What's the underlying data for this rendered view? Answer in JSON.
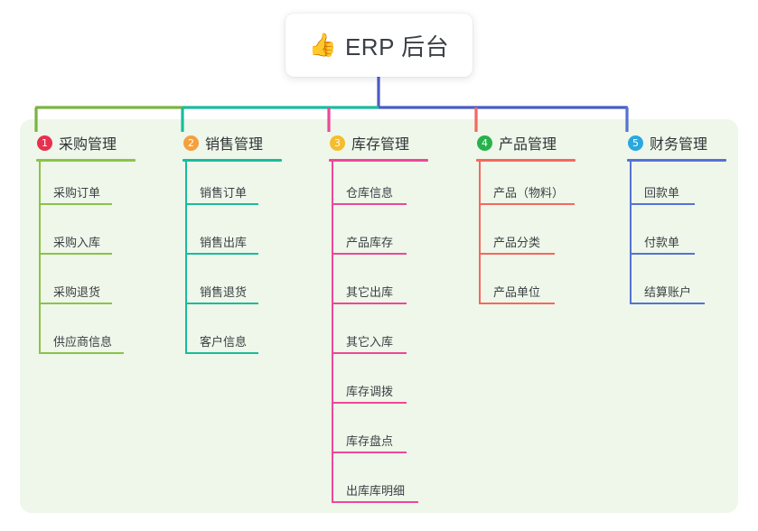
{
  "root": {
    "icon": "thumbs-up-icon",
    "emoji": "👍",
    "title": "ERP 后台"
  },
  "palette": {
    "panel_bg": "#eef7e9",
    "page_bg": "#ffffff",
    "stem": "#4b5cc4",
    "bus_left": "#7cb342",
    "bus_mid": "#1abc9c",
    "bus_right": "#4b5cc4",
    "text": "#3c4046"
  },
  "columns": [
    {
      "index": "1",
      "badge_color": "#e8304f",
      "line_color": "#8bc34a",
      "drop_color": "#7cb342",
      "label": "采购管理",
      "head_rule_width": 110,
      "items": [
        {
          "label": "采购订单",
          "rule_width": 80
        },
        {
          "label": "采购入库",
          "rule_width": 80
        },
        {
          "label": "采购退货",
          "rule_width": 80
        },
        {
          "label": "供应商信息",
          "rule_width": 93
        }
      ]
    },
    {
      "index": "2",
      "badge_color": "#f5a03c",
      "line_color": "#1abc9c",
      "drop_color": "#1abc9c",
      "label": "销售管理",
      "head_rule_width": 110,
      "items": [
        {
          "label": "销售订单",
          "rule_width": 80
        },
        {
          "label": "销售出库",
          "rule_width": 80
        },
        {
          "label": "销售退货",
          "rule_width": 80
        },
        {
          "label": "客户信息",
          "rule_width": 80
        }
      ]
    },
    {
      "index": "3",
      "badge_color": "#f5bc2e",
      "line_color": "#ec4899",
      "drop_color": "#ec4899",
      "label": "库存管理",
      "head_rule_width": 110,
      "items": [
        {
          "label": "仓库信息",
          "rule_width": 82
        },
        {
          "label": "产品库存",
          "rule_width": 82
        },
        {
          "label": "其它出库",
          "rule_width": 82
        },
        {
          "label": "其它入库",
          "rule_width": 82
        },
        {
          "label": "库存调拨",
          "rule_width": 82
        },
        {
          "label": "库存盘点",
          "rule_width": 82
        },
        {
          "label": "出库库明细",
          "rule_width": 95
        }
      ]
    },
    {
      "index": "4",
      "badge_color": "#26b24b",
      "line_color": "#f4685f",
      "drop_color": "#f4685f",
      "label": "产品管理",
      "head_rule_width": 110,
      "items": [
        {
          "label": "产品（物料）",
          "rule_width": 105
        },
        {
          "label": "产品分类",
          "rule_width": 83
        },
        {
          "label": "产品单位",
          "rule_width": 83
        }
      ]
    },
    {
      "index": "5",
      "badge_color": "#2ba7e0",
      "line_color": "#5572d4",
      "drop_color": "#5572d4",
      "label": "财务管理",
      "head_rule_width": 110,
      "items": [
        {
          "label": "回款单",
          "rule_width": 71
        },
        {
          "label": "付款单",
          "rule_width": 71
        },
        {
          "label": "结算账户",
          "rule_width": 82
        }
      ]
    }
  ]
}
